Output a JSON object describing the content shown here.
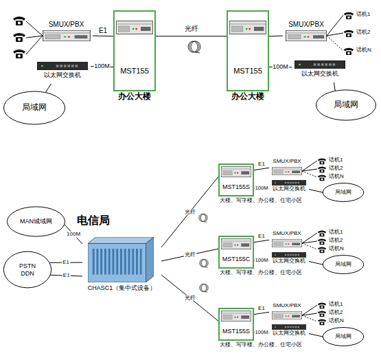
{
  "diagram": {
    "nodes": [
      {
        "text": [
          "SMUX/PBX"
        ]
      },
      {
        "text": [
          "MST155",
          "办公大楼"
        ]
      },
      {
        "text": [
          "以太网交换机"
        ]
      },
      {
        "text": [
          "局域网"
        ]
      },
      {
        "text": [
          "MST155",
          "办公大楼"
        ]
      },
      {
        "text": [
          "SMUX/PBX"
        ]
      },
      {
        "text": [
          "以太网交换机"
        ]
      },
      {
        "text": [
          "局域网"
        ]
      },
      {
        "text": [
          "MAN城域网"
        ]
      },
      {
        "text": [
          "PSTN",
          "DDN"
        ]
      },
      {
        "text": [
          "CHASC1（集中式设备）"
        ]
      },
      {
        "text": [
          "MST155S",
          "大楼、写字楼、办公楼、住宅小区"
        ]
      },
      {
        "text": [
          "SMUX/PBX"
        ]
      },
      {
        "text": [
          "以太网交换机"
        ]
      },
      {
        "text": [
          "局域网"
        ]
      },
      {
        "text": [
          "MST155C",
          "大楼、写字楼、办公楼、住宅小区"
        ]
      },
      {
        "text": [
          "SMUX/PBX"
        ]
      },
      {
        "text": [
          "以太网交换机"
        ]
      },
      {
        "text": [
          "局域网"
        ]
      },
      {
        "text": [
          "MST155S",
          "大楼、写字楼、办公楼、住宅小区"
        ]
      },
      {
        "text": [
          "SMUX/PBX"
        ]
      },
      {
        "text": [
          "以太网交换机"
        ]
      },
      {
        "text": [
          "局域网"
        ]
      }
    ],
    "edges": [
      {
        "from": 0,
        "to": 1,
        "arrow": "none",
        "label": "E1"
      },
      {
        "from": 2,
        "to": 1,
        "arrow": "none",
        "label": "100M"
      },
      {
        "from": 2,
        "to": 3,
        "arrow": "none"
      },
      {
        "from": 1,
        "to": 4,
        "arrow": "none",
        "label": "光纤"
      },
      {
        "from": 4,
        "to": 5,
        "arrow": "none"
      },
      {
        "from": 4,
        "to": 6,
        "arrow": "none",
        "label": "100M"
      },
      {
        "from": 6,
        "to": 7,
        "arrow": "none"
      },
      {
        "from": 8,
        "to": 10,
        "arrow": "none",
        "label": "100M"
      },
      {
        "from": 9,
        "to": 10,
        "arrow": "none",
        "label": "E1"
      },
      {
        "from": 9,
        "to": 10,
        "arrow": "none",
        "label": "E1"
      },
      {
        "from": 10,
        "to": 11,
        "arrow": "none",
        "label": "光纤"
      },
      {
        "from": 10,
        "to": 15,
        "arrow": "none",
        "label": "光纤"
      },
      {
        "from": 10,
        "to": 19,
        "arrow": "none",
        "label": "光纤"
      },
      {
        "from": 11,
        "to": 12,
        "arrow": "none",
        "label": "E1"
      },
      {
        "from": 11,
        "to": 13,
        "arrow": "none",
        "label": "100M"
      },
      {
        "from": 13,
        "to": 14,
        "arrow": "none"
      },
      {
        "from": 15,
        "to": 16,
        "arrow": "none",
        "label": "E1"
      },
      {
        "from": 15,
        "to": 17,
        "arrow": "none",
        "label": "100M"
      },
      {
        "from": 17,
        "to": 18,
        "arrow": "none"
      },
      {
        "from": 19,
        "to": 20,
        "arrow": "none",
        "label": "E1"
      },
      {
        "from": 19,
        "to": 21,
        "arrow": "none",
        "label": "100M"
      },
      {
        "from": 21,
        "to": 22,
        "arrow": "none"
      }
    ],
    "labels": [
      "话机1",
      "话机2",
      "话机N",
      "电信局",
      "话机1",
      "话机2",
      "话机N",
      "话机1",
      "话机2",
      "话机N",
      "话机1",
      "话机2",
      "话机N"
    ]
  }
}
